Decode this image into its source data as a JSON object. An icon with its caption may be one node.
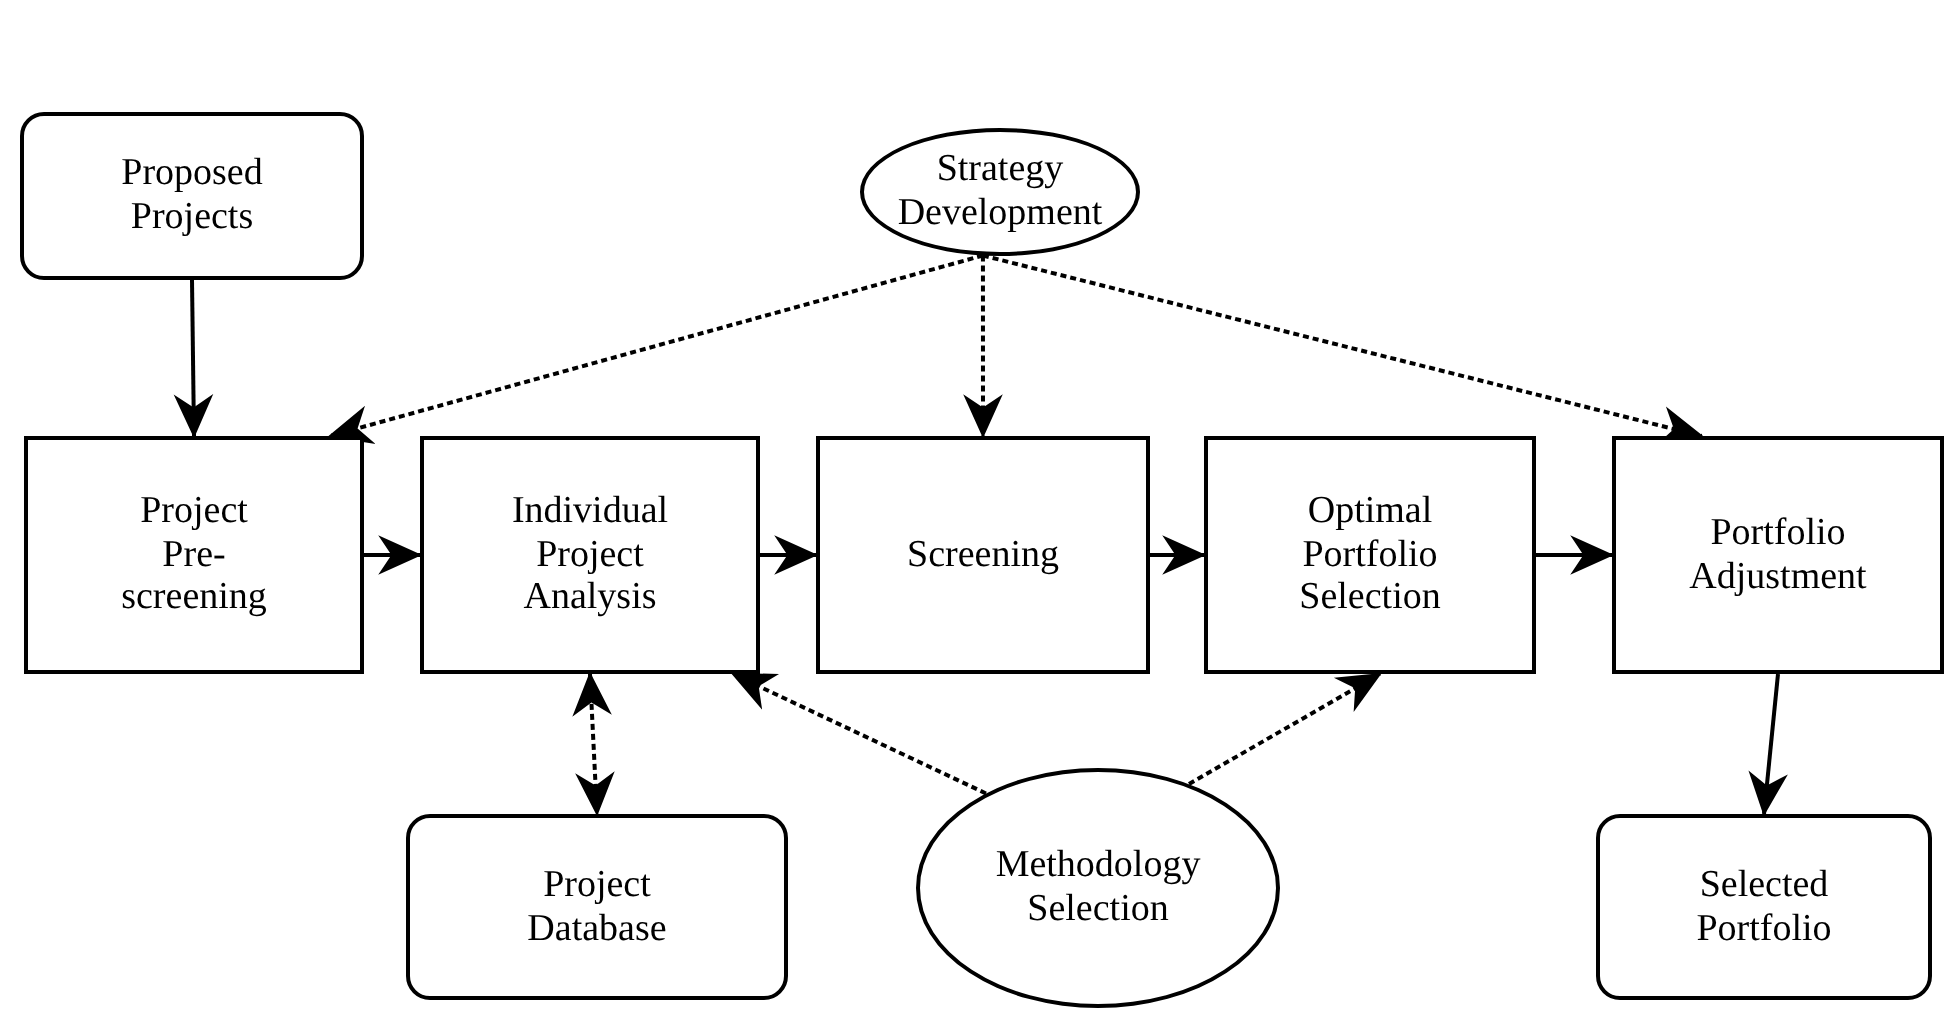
{
  "diagram": {
    "nodes": [
      {
        "text": [
          "Strategy Development"
        ]
      },
      {
        "text": [
          "Proposed Projects"
        ]
      },
      {
        "text": [
          "Project Pre-screening"
        ]
      },
      {
        "text": [
          "Individual Project Analysis"
        ]
      },
      {
        "text": [
          "Screening"
        ]
      },
      {
        "text": [
          "Optimal Portfolio Selection"
        ]
      },
      {
        "text": [
          "Portfolio Adjustment"
        ]
      },
      {
        "text": [
          "Project Database"
        ]
      },
      {
        "text": [
          "Methodology Selection"
        ]
      },
      {
        "text": [
          "Selected Portfolio"
        ]
      }
    ],
    "edges": [
      {
        "from": 1,
        "to": 2,
        "arrow": "to"
      },
      {
        "from": 0,
        "to": 2,
        "arrow": "to",
        "style": "dashed"
      },
      {
        "from": 0,
        "to": 4,
        "arrow": "to",
        "style": "dashed"
      },
      {
        "from": 0,
        "to": 6,
        "arrow": "to",
        "style": "dashed"
      },
      {
        "from": 2,
        "to": 3,
        "arrow": "to"
      },
      {
        "from": 3,
        "to": 4,
        "arrow": "to"
      },
      {
        "from": 4,
        "to": 5,
        "arrow": "to"
      },
      {
        "from": 5,
        "to": 6,
        "arrow": "to"
      },
      {
        "from": 3,
        "to": 7,
        "arrow": "both",
        "style": "dashed"
      },
      {
        "from": 8,
        "to": 3,
        "arrow": "to",
        "style": "dashed"
      },
      {
        "from": 8,
        "to": 5,
        "arrow": "to",
        "style": "dashed"
      },
      {
        "from": 6,
        "to": 9,
        "arrow": "to"
      }
    ]
  }
}
